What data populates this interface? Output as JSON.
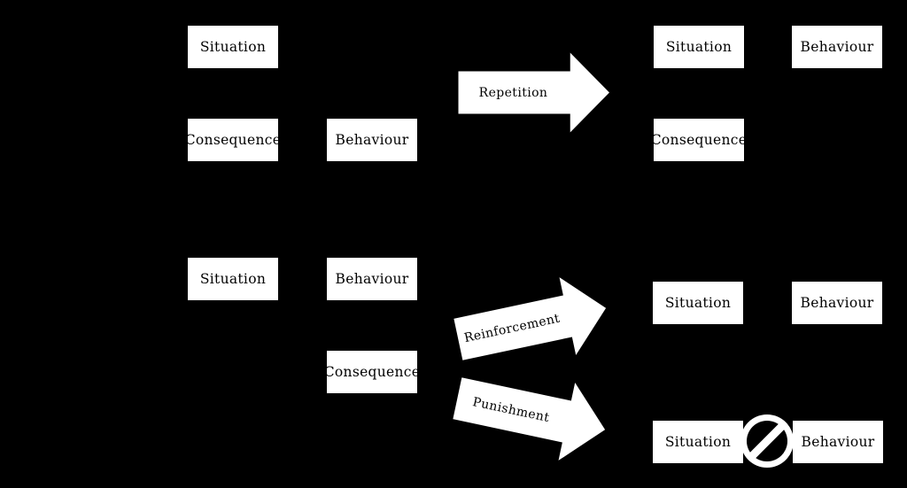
{
  "colors": {
    "background": "#000000",
    "box_fill": "#ffffff",
    "box_border": "#000000",
    "box_text": "#000000",
    "arrow_fill": "#ffffff",
    "arrow_outline": "#000000",
    "arrow_text": "#000000",
    "prohibition_ring": "#ffffff",
    "prohibition_inner": "#000000"
  },
  "nodes": {
    "top_left": {
      "situation": "Situation",
      "consequence": "Consequence",
      "behaviour": "Behaviour"
    },
    "top_right": {
      "situation": "Situation",
      "behaviour": "Behaviour",
      "consequence": "Consequence"
    },
    "mid_left": {
      "situation": "Situation",
      "behaviour": "Behaviour",
      "consequence": "Consequence"
    },
    "mid_right": {
      "situation": "Situation",
      "behaviour": "Behaviour"
    },
    "bottom_right": {
      "situation": "Situation",
      "behaviour": "Behaviour"
    }
  },
  "arrows": {
    "repetition": {
      "label": "Repetition"
    },
    "reinforcement": {
      "label": "Reinforcement"
    },
    "punishment": {
      "label": "Punishment"
    }
  },
  "icons": {
    "prohibition": "prohibition-no-sign"
  }
}
